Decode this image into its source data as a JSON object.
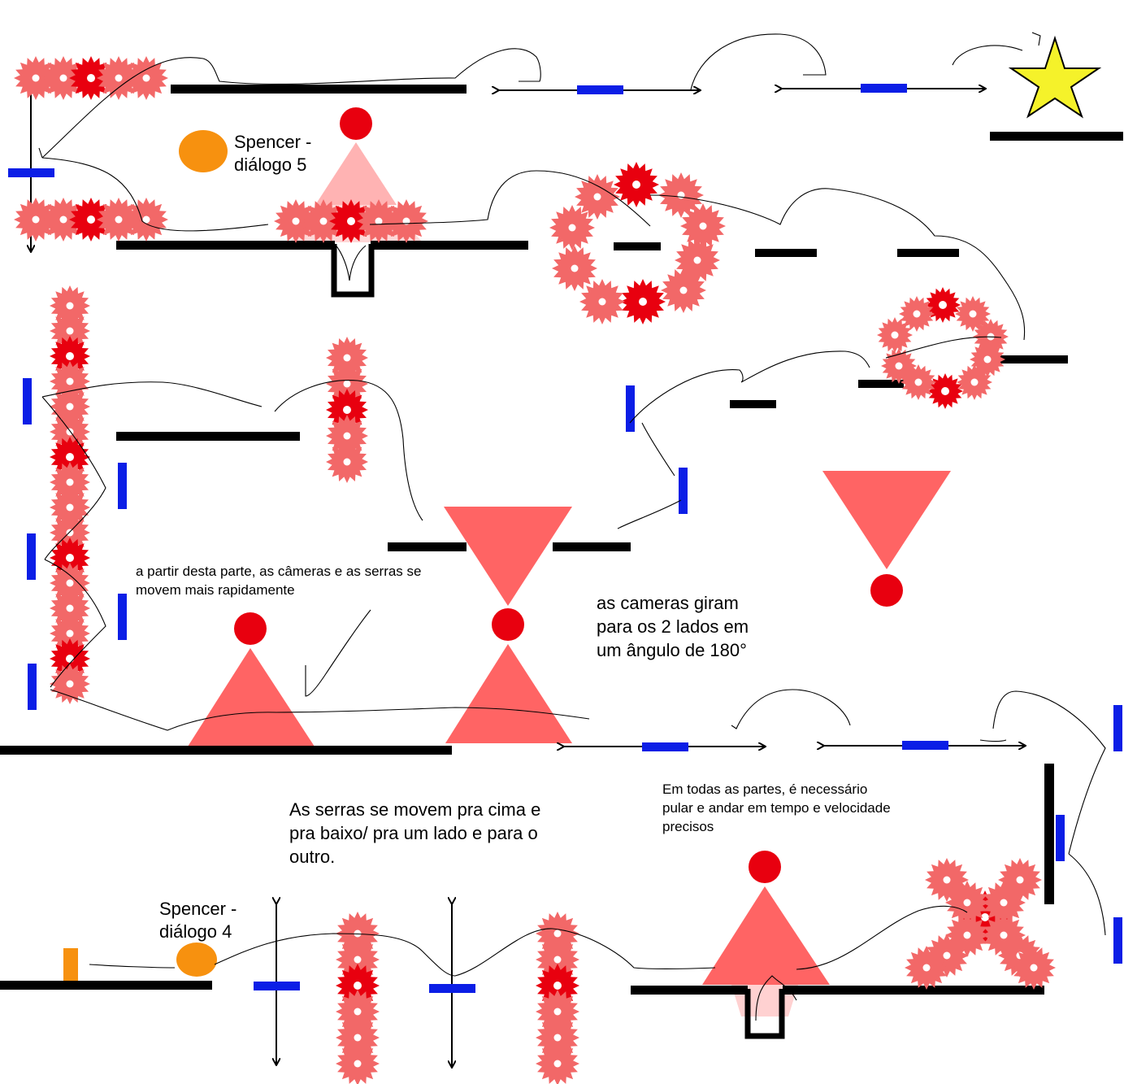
{
  "labels": {
    "spencer_dialog_5": "Spencer -\ndiálogo 5",
    "spencer_dialog_4": "Spencer -\ndiálogo 4",
    "faster_section_note": "a partir desta parte, as câmeras e as serras se\nmovem mais rapidamente",
    "cameras_rotate_note": "as cameras giram\npara os 2 lados em\num ângulo de 180°",
    "saws_move_note": "As serras se movem pra cima e\npra baixo/ pra um lado e para o\noutro.",
    "precision_note": "Em todas as partes, é necessário\npular e andar em tempo e velocidade\nprecisos"
  },
  "colors": {
    "platform": "#000000",
    "moving_platform": "#0b1ee6",
    "saw_light": "#f26868",
    "saw_dark": "#e8000f",
    "camera_cone": "#ff6464",
    "camera_light_cone": "#ffb3b3",
    "camera_head": "#e8000f",
    "npc": "#f7910f",
    "goal_star": "#f5f22a"
  },
  "legend_icons": [
    "saw-hazard-icon",
    "security-camera-icon",
    "moving-platform-icon",
    "goal-star-icon",
    "npc-spencer-icon",
    "spawn-marker-icon"
  ]
}
